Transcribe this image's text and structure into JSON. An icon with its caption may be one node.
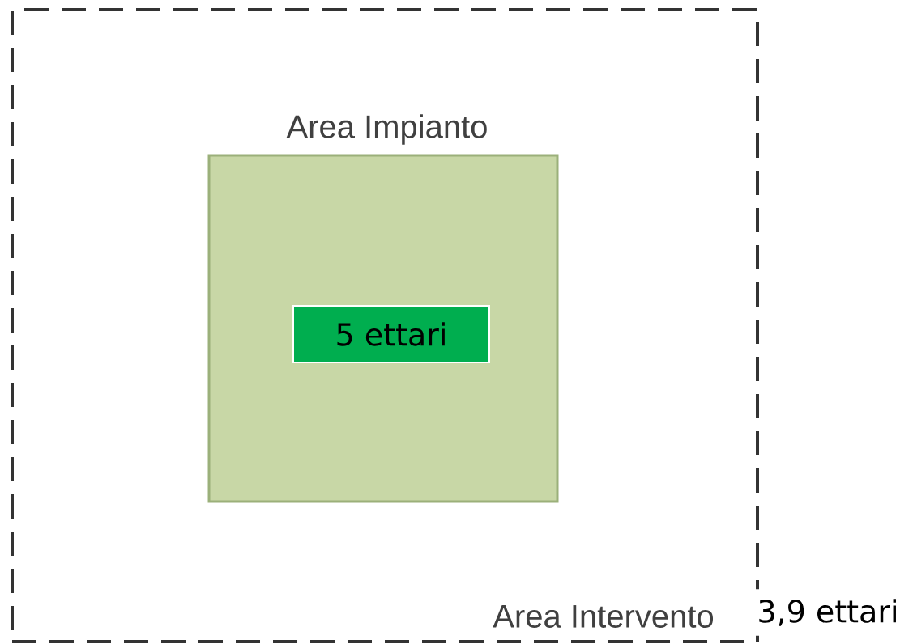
{
  "diagram": {
    "nodes": [
      {
        "text": [
          "Area Intervento"
        ]
      },
      {
        "text": [
          "Area Impianto"
        ],
        "in": 0
      },
      {
        "text": [
          "5 ettari"
        ],
        "in": 1
      }
    ],
    "labels": [
      "3,9 ettari"
    ]
  }
}
